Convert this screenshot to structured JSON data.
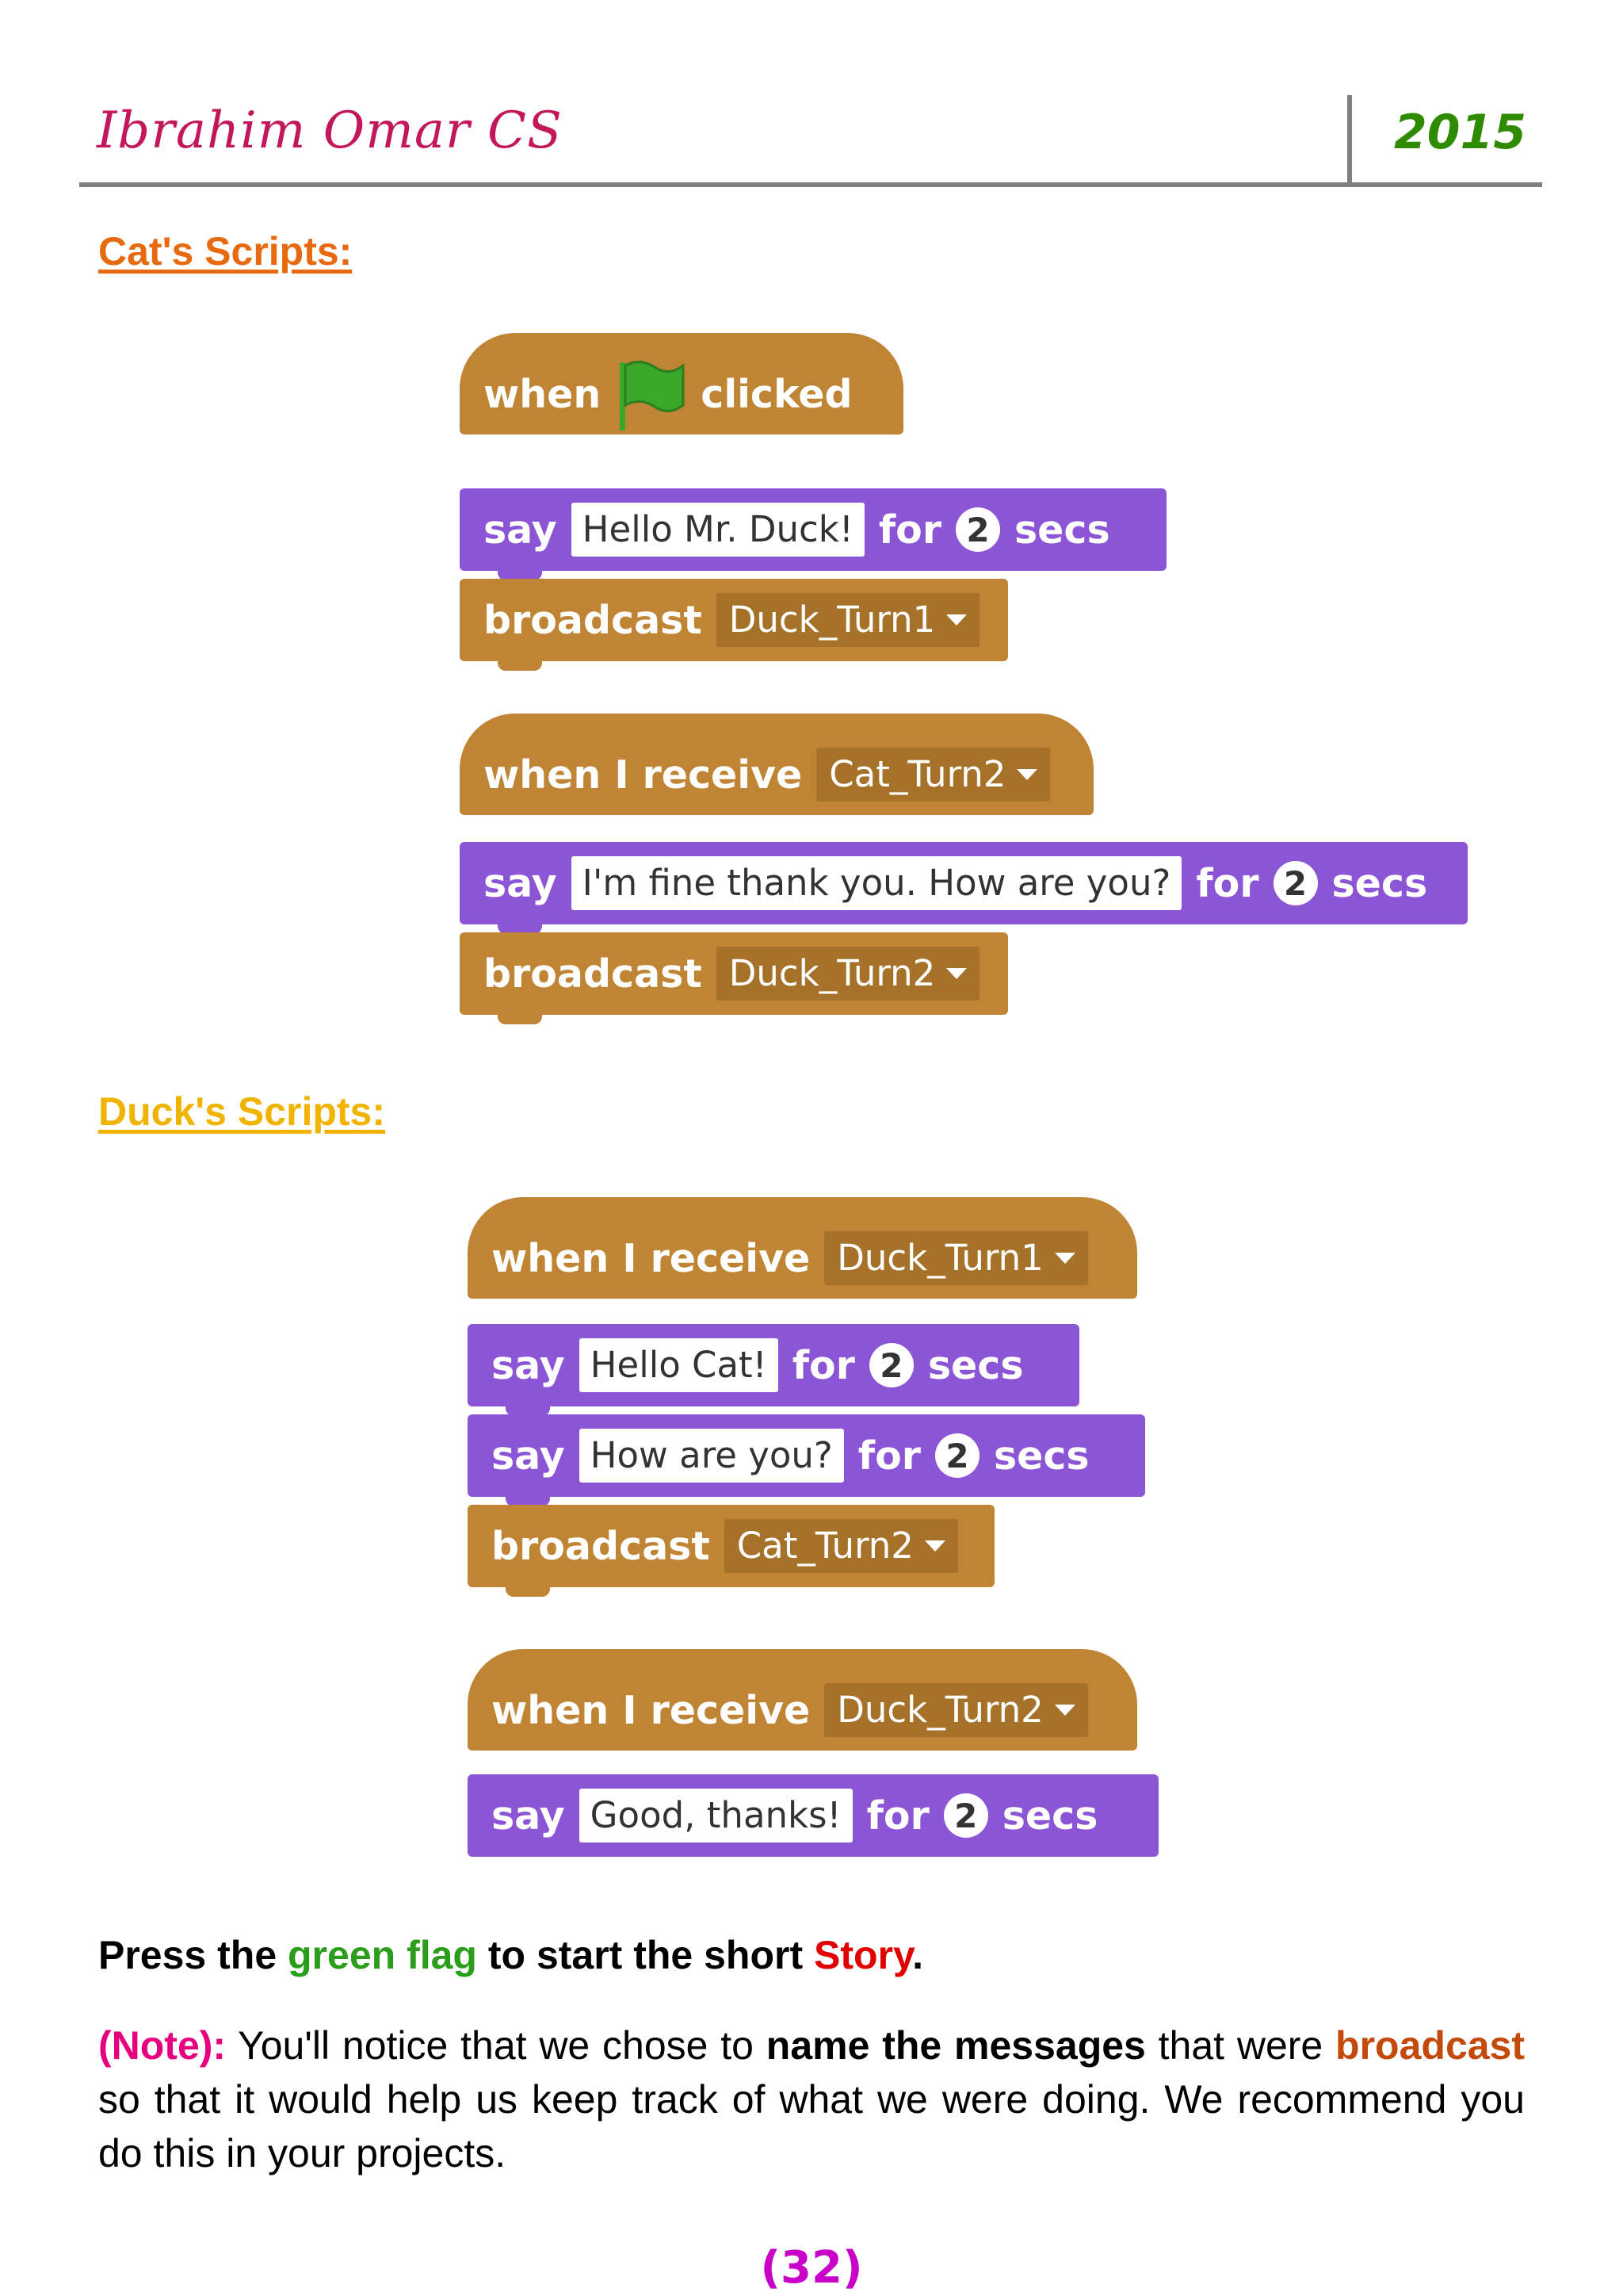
{
  "header": {
    "title": "Ibrahim Omar CS",
    "year": "2015"
  },
  "cat_section": {
    "title": "Cat's Scripts:",
    "title_color": "#e86a10",
    "script1": {
      "hat": {
        "when": "when",
        "icon": "green-flag-icon",
        "clicked": "clicked"
      },
      "say": {
        "say": "say",
        "message": "Hello Mr. Duck!",
        "for": "for",
        "secs_value": "2",
        "secs": "secs"
      },
      "broadcast": {
        "label": "broadcast",
        "message": "Duck_Turn1"
      }
    },
    "script2": {
      "hat": {
        "label": "when I receive",
        "message": "Cat_Turn2"
      },
      "say": {
        "say": "say",
        "message": "I'm fine thank you. How are you?",
        "for": "for",
        "secs_value": "2",
        "secs": "secs"
      },
      "broadcast": {
        "label": "broadcast",
        "message": "Duck_Turn2"
      }
    }
  },
  "duck_section": {
    "title": "Duck's Scripts:",
    "title_color": "#f0b400",
    "script1": {
      "hat": {
        "label": "when I receive",
        "message": "Duck_Turn1"
      },
      "say1": {
        "say": "say",
        "message": "Hello Cat!",
        "for": "for",
        "secs_value": "2",
        "secs": "secs"
      },
      "say2": {
        "say": "say",
        "message": "How are you?",
        "for": "for",
        "secs_value": "2",
        "secs": "secs"
      },
      "broadcast": {
        "label": "broadcast",
        "message": "Cat_Turn2"
      }
    },
    "script2": {
      "hat": {
        "label": "when I receive",
        "message": "Duck_Turn2"
      },
      "say": {
        "say": "say",
        "message": "Good, thanks!",
        "for": "for",
        "secs_value": "2",
        "secs": "secs"
      }
    }
  },
  "instruction": {
    "part1": "Press the ",
    "green_flag": "green flag",
    "part2": " to start the short ",
    "story": "Story",
    "part3": "."
  },
  "note": {
    "label": "(Note):",
    "part1": " You'll notice that we chose to ",
    "bold": "name the messages",
    "part2": " that were ",
    "broadcast": "broadcast",
    "part3": " so that it would help us keep track of what we were doing. We recommend you do this in your projects."
  },
  "page_number": "(32)",
  "colors": {
    "event_block": "#bf8534",
    "looks_block": "#8b55d6",
    "title_magenta": "#c2185b",
    "year_green": "#2e8b00"
  }
}
